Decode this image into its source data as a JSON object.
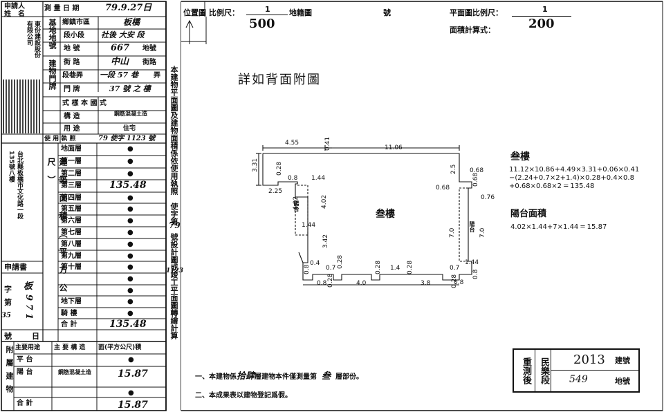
{
  "left_form": {
    "applicant_label": "申請人\n姓　名",
    "applicant_name": "東份建設股份有限公司",
    "survey_date_label": "測 量 日 期",
    "survey_date_value": "79.9.27日",
    "base_lot_label": "基地地號",
    "township_label": "鄉鎮市區",
    "township_value": "板橋",
    "section_label": "段小段",
    "section_value": "社後 大安 段",
    "lot_number_label": "地 號",
    "lot_number_value": "667",
    "lot_suffix": "地號",
    "building_door_label": "建物門牌",
    "street_label": "街 路",
    "street_value": "中山",
    "street_suffix": "街路",
    "lane_label": "段巷弄",
    "lane_value": "一段 57 巷",
    "lane_suffix": "弄",
    "door_number_label": "門 牌",
    "door_number_value": "37 號 之 樓",
    "style_label": "式樣",
    "style_value": "式 樣 本 國 式",
    "structure_label": "構 造",
    "structure_value": "鋼筋混凝土造",
    "usage_label": "用 途",
    "usage_value": "住宅",
    "permit_label": "使 用 執 照",
    "permit_value": "79 使字 1123 號",
    "owner_address": "台北縣板橋市文化路一段135號八樓",
    "area_label": "建築面積（平方公尺）",
    "floors": [
      {
        "name": "地面層",
        "value": "●"
      },
      {
        "name": "第一層",
        "value": "●"
      },
      {
        "name": "第二層",
        "value": "●"
      },
      {
        "name": "第三層",
        "value": "135.48"
      },
      {
        "name": "第四層",
        "value": "●"
      },
      {
        "name": "第五層",
        "value": "●"
      },
      {
        "name": "第六層",
        "value": "●"
      },
      {
        "name": "第七層",
        "value": "●"
      },
      {
        "name": "第八層",
        "value": "●"
      },
      {
        "name": "第九層",
        "value": "●"
      },
      {
        "name": "第十層",
        "value": "●"
      },
      {
        "name": "",
        "value": "●"
      },
      {
        "name": "",
        "value": "●"
      },
      {
        "name": "地下層",
        "value": "●"
      },
      {
        "name": "騎 樓",
        "value": "●"
      },
      {
        "name": "合 計",
        "value": "135.48"
      }
    ],
    "application_label": "申請書",
    "word_label": "字",
    "number_label": "第",
    "application_word": "板",
    "application_number": "9 7 1",
    "side_note": "35",
    "number_suffix": "號",
    "day_label": "日",
    "attached_label": "附屬建物",
    "attached_header": [
      "主要用途",
      "主 要 構 造",
      "面(平方公尺)積"
    ],
    "attached_rows": [
      {
        "use": "平 台",
        "structure": "",
        "area": "●"
      },
      {
        "use": "陽 台",
        "structure": "鋼筋混凝土造",
        "area": "15.87"
      },
      {
        "use": "",
        "structure": "",
        "area": "●"
      },
      {
        "use": "合 計",
        "structure": "",
        "area": "15.87"
      }
    ],
    "vertical_note": "本建物平面圖及建物面積係依使用執照　使字第　號設計圖或竣工平面圖轉繪計算",
    "vertical_permit_a": "79",
    "vertical_permit_b": "1123"
  },
  "right_sheet": {
    "location_label": "位置圖",
    "scale_label": "比例尺：",
    "scale_num": "1",
    "scale_den": "500",
    "cadastral_label": "地籍圖",
    "sheet_label": "號",
    "plan_scale_label": "平面圖比例尺：",
    "plan_scale_num": "1",
    "plan_scale_den": "200",
    "area_formula_label": "面積計算式：",
    "detail_note": "詳如背面附圖",
    "floor_title": "叁樓",
    "floor_formula_lines": [
      "11.12×10.86+4.49×3.31+0.06×0.41",
      "−(2.24+0.7×2+1.4)×0.28+0.4×0.8",
      "+0.68×0.68×2 ═ 135.48"
    ],
    "balcony_title": "陽台面積",
    "balcony_formula": "4.02×1.44+7×1.44 ═ 15.87",
    "plan_center_label": "叁樓",
    "balcony_tag": "陽台",
    "dimensions": {
      "d_455": "4.55",
      "d_041": "0.41",
      "d_1106": "11.06",
      "d_331": "3.31",
      "d_028a": "0.28",
      "d_08a": "0.8",
      "d_144a": "1.44",
      "d_225": "2.25",
      "d_402a": "4.02",
      "d_402b": "4.02",
      "d_144b": "1.44",
      "d_342": "3.42",
      "d_25": "2.5",
      "d_068a": "0.68",
      "d_068b": "0.68",
      "d_068c": "0.68",
      "d_076": "0.76",
      "d_70a": "7.0",
      "d_70b": "7.0",
      "d_04": "0.4",
      "d_08b": "0.8",
      "d_07a": "0.7",
      "d_028b": "0.28",
      "d_14": "1.4",
      "d_028c": "0.28",
      "d_028d": "0.28",
      "d_07b": "0.7",
      "d_144c": "1.44",
      "d_08c": "0.8",
      "d_028e": "0.28",
      "d_40": "4.0",
      "d_38": "3.8",
      "d_028f": "0.28",
      "d_08d": "0.8",
      "d_08e": "0.8"
    },
    "note_1_prefix": "一、本建物係",
    "note_1_floors": "拾肆",
    "note_1_mid": "層建物本件僅測量第",
    "note_1_floor": "叁",
    "note_1_suffix": "層部份。",
    "note_2": "二、本成果表以建物登記爲假。",
    "stamp": {
      "col1": "重測後",
      "col2": "民樂段",
      "building_no": "2013",
      "building_suffix": "建號",
      "lot_no": "549",
      "lot_suffix": "地號"
    }
  }
}
